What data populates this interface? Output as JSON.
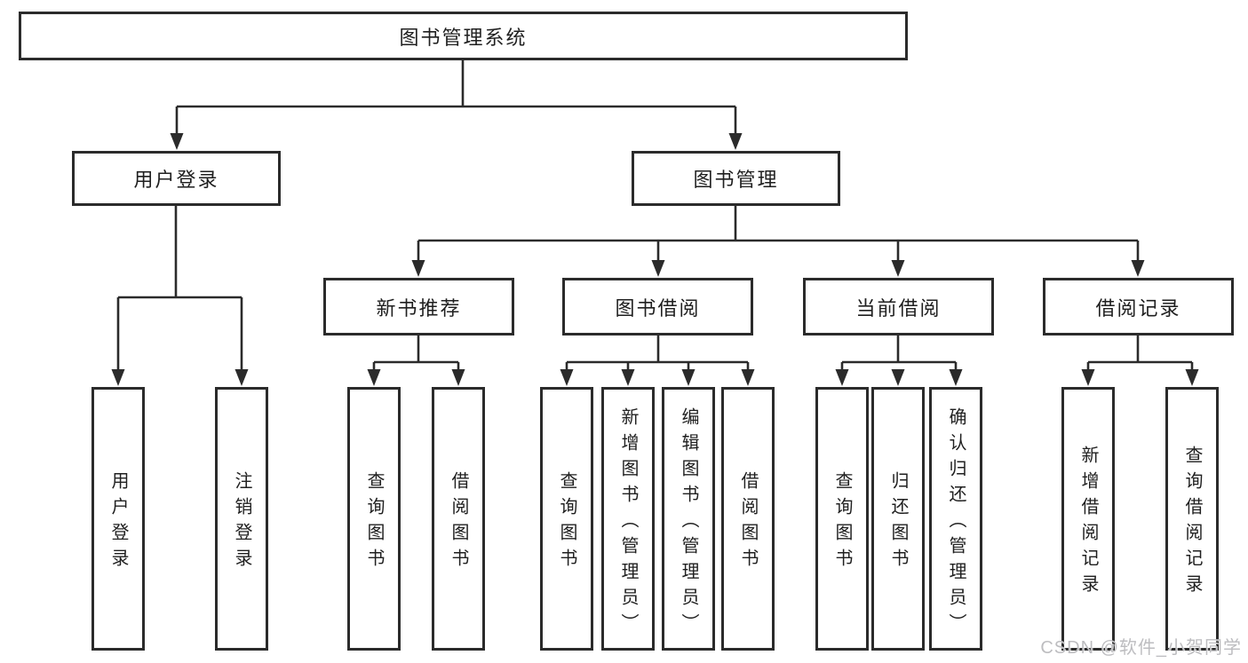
{
  "diagram_type": "function-structure-tree",
  "colors": {
    "line": "#2b2b2b",
    "text": "#1f1f1f",
    "box_bg": "#ffffff",
    "watermark": "#bdbdc0"
  },
  "watermark": {
    "text": "CSDN @软件_小贺同学"
  },
  "tree": {
    "label": "图书管理系统",
    "children": [
      {
        "label": "用户登录",
        "children": [
          {
            "label": "用户登录"
          },
          {
            "label": "注销登录"
          }
        ]
      },
      {
        "label": "图书管理",
        "children": [
          {
            "label": "新书推荐",
            "children": [
              {
                "label": "查询图书"
              },
              {
                "label": "借阅图书"
              }
            ]
          },
          {
            "label": "图书借阅",
            "children": [
              {
                "label": "查询图书"
              },
              {
                "label": "新增图书（管理员）"
              },
              {
                "label": "编辑图书（管理员）"
              },
              {
                "label": "借阅图书"
              }
            ]
          },
          {
            "label": "当前借阅",
            "children": [
              {
                "label": "查询图书"
              },
              {
                "label": "归还图书"
              },
              {
                "label": "确认归还（管理员）"
              }
            ]
          },
          {
            "label": "借阅记录",
            "children": [
              {
                "label": "新增借阅记录"
              },
              {
                "label": "查询借阅记录"
              }
            ]
          }
        ]
      }
    ]
  }
}
